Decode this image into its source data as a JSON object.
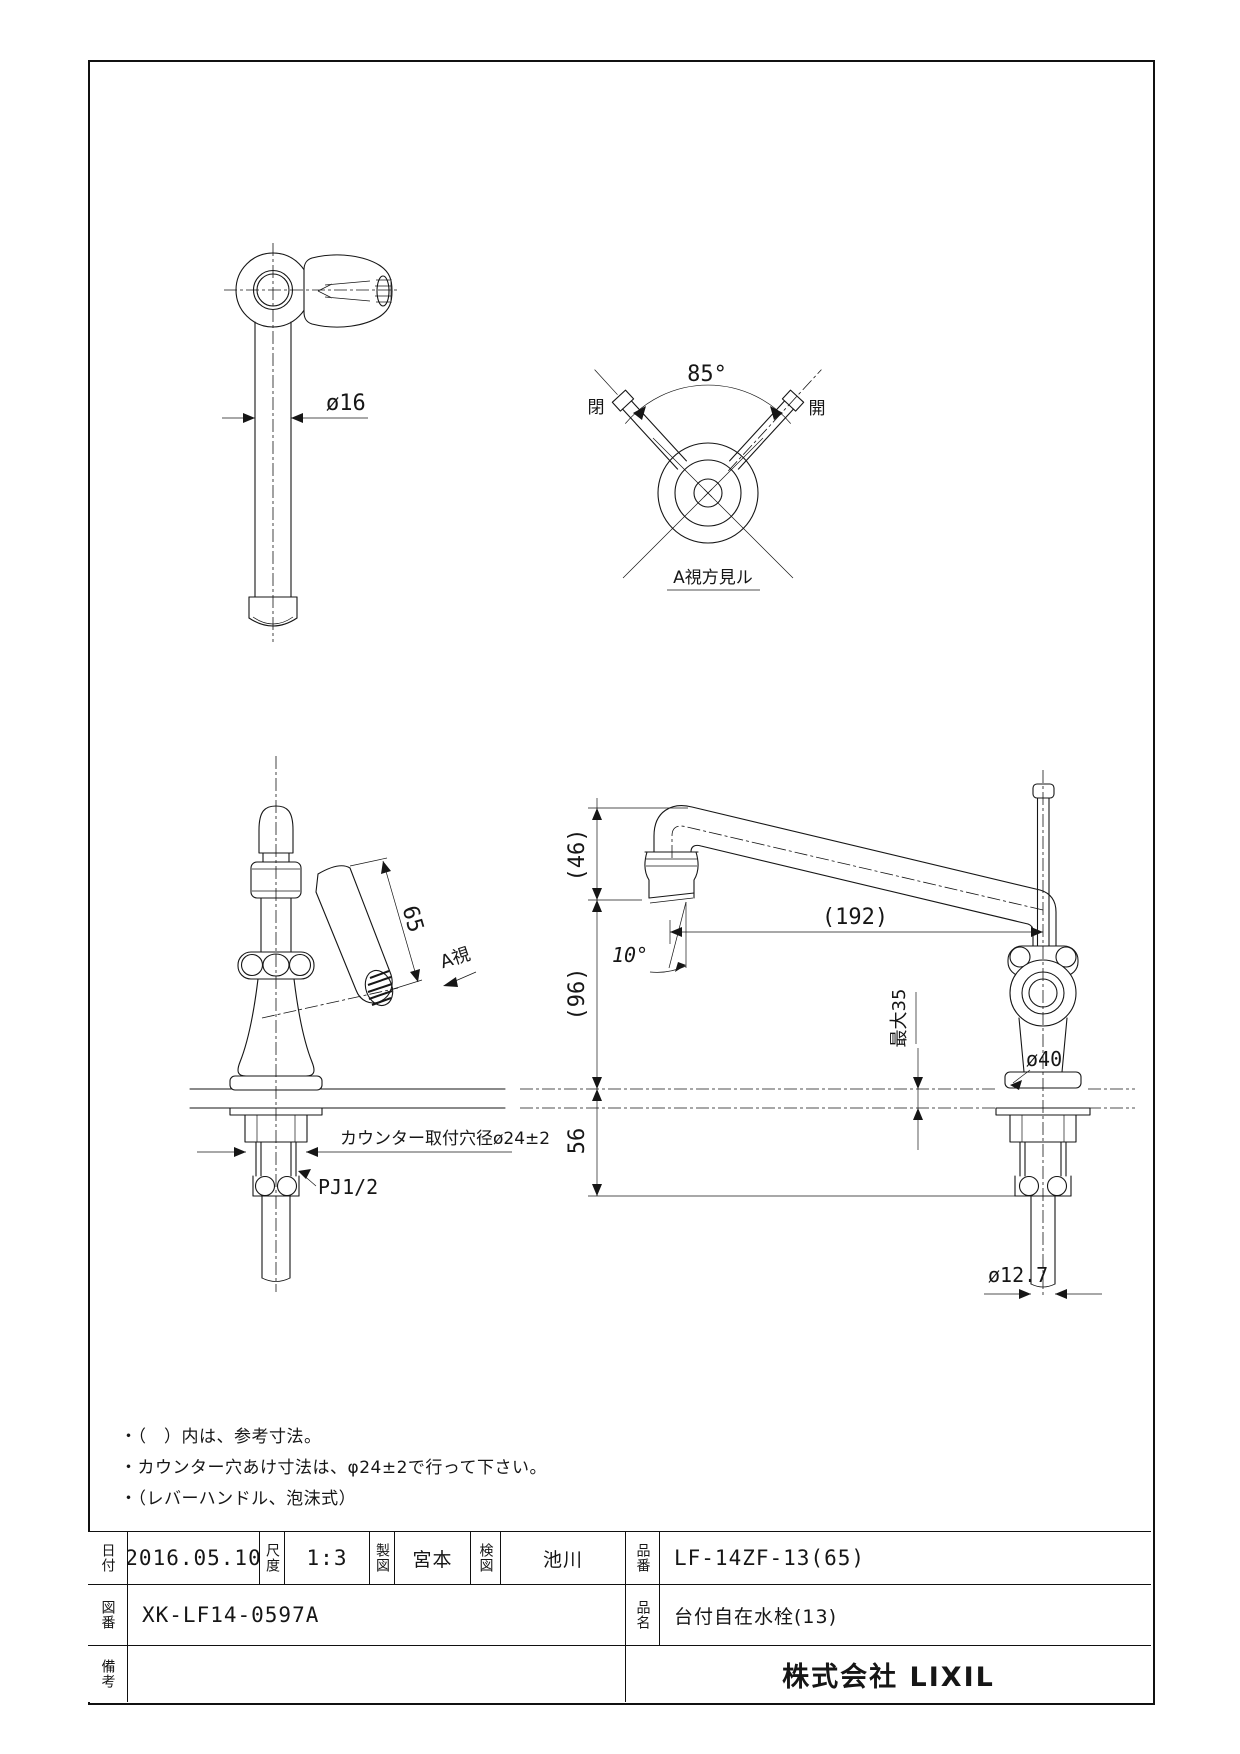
{
  "page": {
    "notes": [
      "・（　）内は、参考寸法。",
      "・カウンター穴あけ寸法は、φ24±2で行って下さい。",
      "・（レバーハンドル、泡沫式）"
    ]
  },
  "views": {
    "plan": {
      "pipe_dia": "ø16"
    },
    "handle": {
      "angle": "85°",
      "closed": "閉",
      "open": "開",
      "caption": "A視方見ル"
    },
    "front": {
      "lever_len": "65",
      "view_a": "A視",
      "counter_hole": "カウンター取付穴径ø24±2",
      "thread": "PJ1/2"
    },
    "side": {
      "h46": "(46)",
      "h96": "(96)",
      "w192": "(192)",
      "angle10": "10°",
      "max35": "最大35",
      "body_dia": "ø40",
      "h56": "56",
      "tail_dia": "ø12.7"
    }
  },
  "title_block": {
    "date_label": "日付",
    "date": "2016.05.10",
    "scale_label": "尺度",
    "scale": "1:3",
    "drawn_label": "製図",
    "drawn_by": "宮本",
    "checked_label": "検図",
    "checked_by": "池川",
    "part_no_label": "品番",
    "part_no": "LF-14ZF-13(65)",
    "drawing_no_label": "図番",
    "drawing_no": "XK-LF14-0597A",
    "product_name_label": "品名",
    "product_name": "台付自在水栓(13)",
    "remarks_label": "備考",
    "company": "株式会社 LIXIL"
  }
}
